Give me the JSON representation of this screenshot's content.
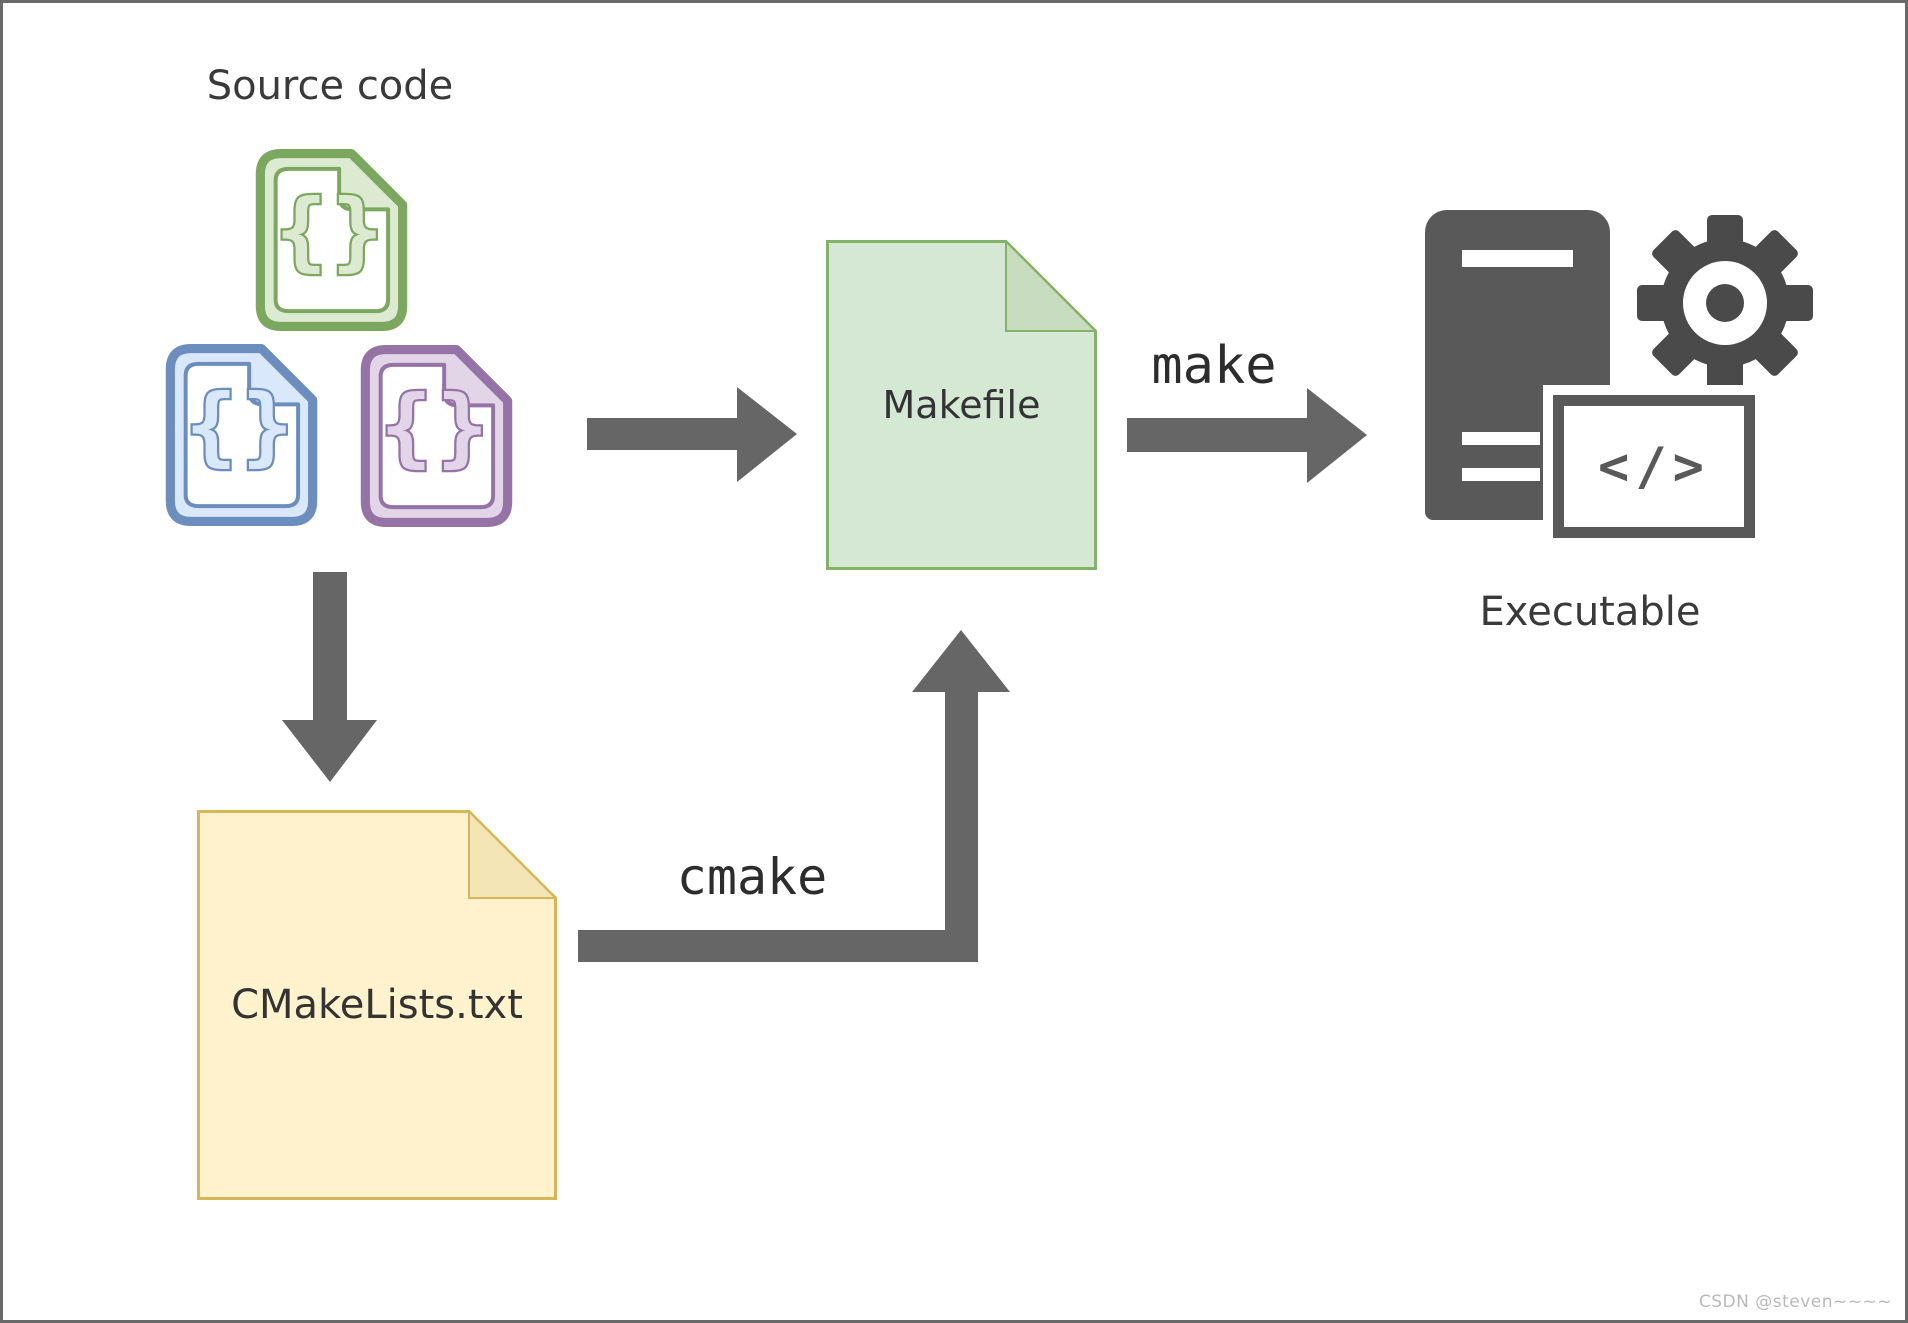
{
  "nodes": {
    "source_group": {
      "label": "Source code",
      "files": [
        {
          "name": "code-file-icon-green",
          "glyph": "{}"
        },
        {
          "name": "code-file-icon-blue",
          "glyph": "{}"
        },
        {
          "name": "code-file-icon-purple",
          "glyph": "{}"
        }
      ]
    },
    "makefile": {
      "label": "Makefile"
    },
    "cmakelists": {
      "label": "CMakeLists.txt"
    },
    "executable": {
      "label": "Executable",
      "screen_glyph": "</>",
      "icons": [
        "computer-tower-icon",
        "gear-icon",
        "code-screen-icon"
      ]
    }
  },
  "edges": [
    {
      "from": "source-code",
      "to": "makefile",
      "label": ""
    },
    {
      "from": "source-code",
      "to": "cmakelists",
      "label": ""
    },
    {
      "from": "cmakelists",
      "to": "makefile",
      "label": "cmake"
    },
    {
      "from": "makefile",
      "to": "executable",
      "label": "make"
    }
  ],
  "colors": {
    "arrow_gray": "#666667",
    "makefile_fill": "#d5e8d4",
    "makefile_stroke": "#82b366",
    "makefile_fold": "#c8dcc0",
    "cmakelists_fill": "#fff2cc",
    "cmakelists_stroke": "#d6b656",
    "cmakelists_fold": "#f3e5b5",
    "file_green": "#7ba75f",
    "file_blue": "#6c8ebf",
    "file_purple": "#9673a6",
    "hardware_gray": "#595959",
    "text_dark": "#3a3a3a",
    "watermark_gray": "#b9b9b9"
  },
  "watermark": "CSDN @steven~~~~"
}
